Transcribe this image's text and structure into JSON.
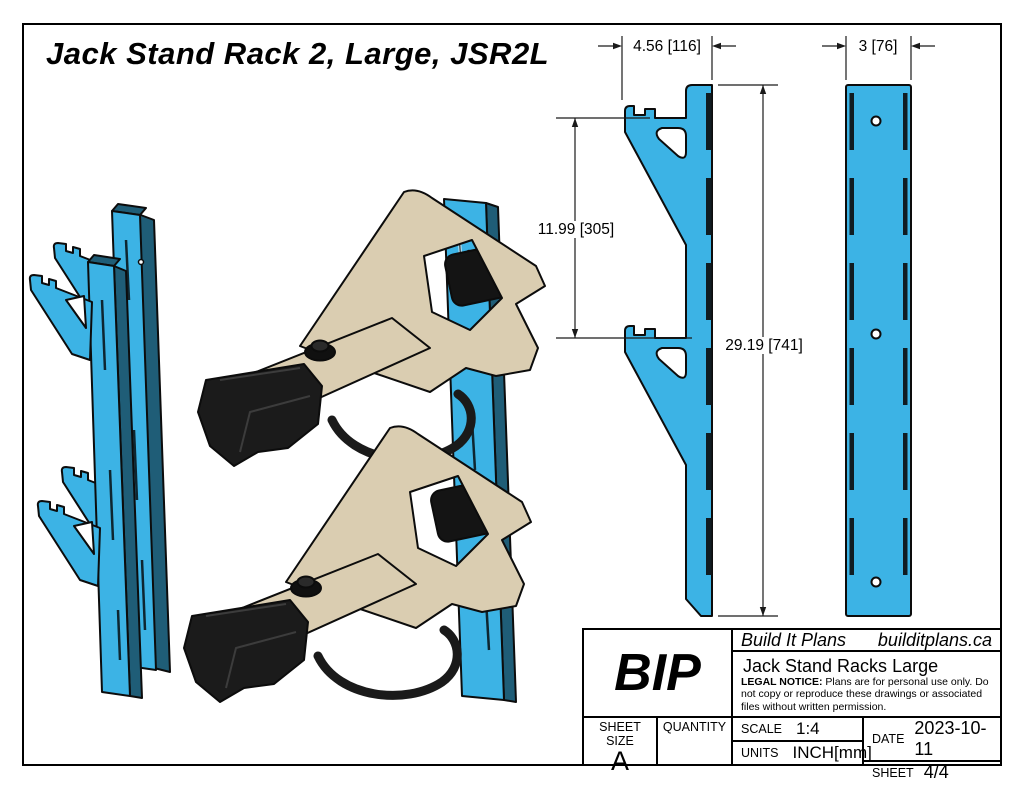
{
  "sheet": {
    "title": "Jack Stand Rack 2, Large, JSR2L"
  },
  "drawing": {
    "dim_width": "4.56 [116]",
    "dim_depth": "3 [76]",
    "dim_hook_spacing": "11.99 [305]",
    "dim_overall_height": "29.19 [741]"
  },
  "title_block": {
    "logo": "BIP",
    "company": "Build It Plans",
    "website": "builditplans.ca",
    "drawing_title": "Jack Stand Racks Large",
    "legal_label": "LEGAL NOTICE:",
    "legal_text": " Plans are for personal use only. Do not copy or reproduce these drawings or associated files without written permission.",
    "sheet_size_label": "SHEET SIZE",
    "sheet_size_value": "A",
    "quantity_label": "QUANTITY",
    "quantity_value": "",
    "scale_label": "SCALE",
    "scale_value": "1:4",
    "units_label": "UNITS",
    "units_value": "INCH[mm]",
    "date_label": "DATE",
    "date_value": "2023-10-11",
    "sheet_label": "SHEET",
    "sheet_value": "4/4"
  },
  "colors": {
    "part_blue": "#3CB3E5",
    "part_blue_dark": "#1F5D77",
    "part_tan": "#DACDB1",
    "part_black": "#1B1B1B",
    "dimension_line": "#1A1A1A"
  }
}
